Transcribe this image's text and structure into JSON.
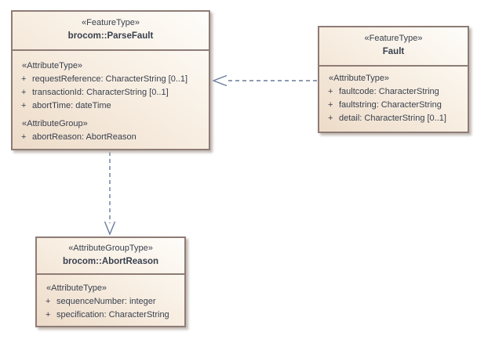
{
  "colors": {
    "background": "#ffffff",
    "box_border": "#8e7c76",
    "box_fill_light": "#fefdfa",
    "box_fill_dark": "#eddbc8",
    "text": "#39404e",
    "connector": "#6a7a9c",
    "shadow": "#c3bab4"
  },
  "parse_fault": {
    "stereotype": "«FeatureType»",
    "name": "brocom::ParseFault",
    "attr_section_label": "«AttributeType»",
    "attributes": [
      {
        "vis": "+",
        "text": "requestReference: CharacterString [0..1]"
      },
      {
        "vis": "+",
        "text": "transactionId: CharacterString [0..1]"
      },
      {
        "vis": "+",
        "text": "abortTime: dateTime"
      }
    ],
    "group_section_label": "«AttributeGroup»",
    "group_attributes": [
      {
        "vis": "+",
        "text": "abortReason: AbortReason"
      }
    ]
  },
  "fault": {
    "stereotype": "«FeatureType»",
    "name": "Fault",
    "attr_section_label": "«AttributeType»",
    "attributes": [
      {
        "vis": "+",
        "text": "faultcode: CharacterString"
      },
      {
        "vis": "+",
        "text": "faultstring: CharacterString"
      },
      {
        "vis": "+",
        "text": "detail: CharacterString [0..1]"
      }
    ]
  },
  "abort_reason": {
    "stereotype": "«AttributeGroupType»",
    "name": "brocom::AbortReason",
    "attr_section_label": "«AttributeType»",
    "attributes": [
      {
        "vis": "+",
        "text": "sequenceNumber: integer"
      },
      {
        "vis": "+",
        "text": "specification: CharacterString"
      }
    ]
  },
  "connectors": [
    {
      "type": "dependency",
      "style": "dashed-open-arrow",
      "from": "Fault",
      "to": "brocom::ParseFault"
    },
    {
      "type": "dependency",
      "style": "dashed-open-arrow",
      "from": "brocom::ParseFault",
      "to": "brocom::AbortReason"
    }
  ]
}
